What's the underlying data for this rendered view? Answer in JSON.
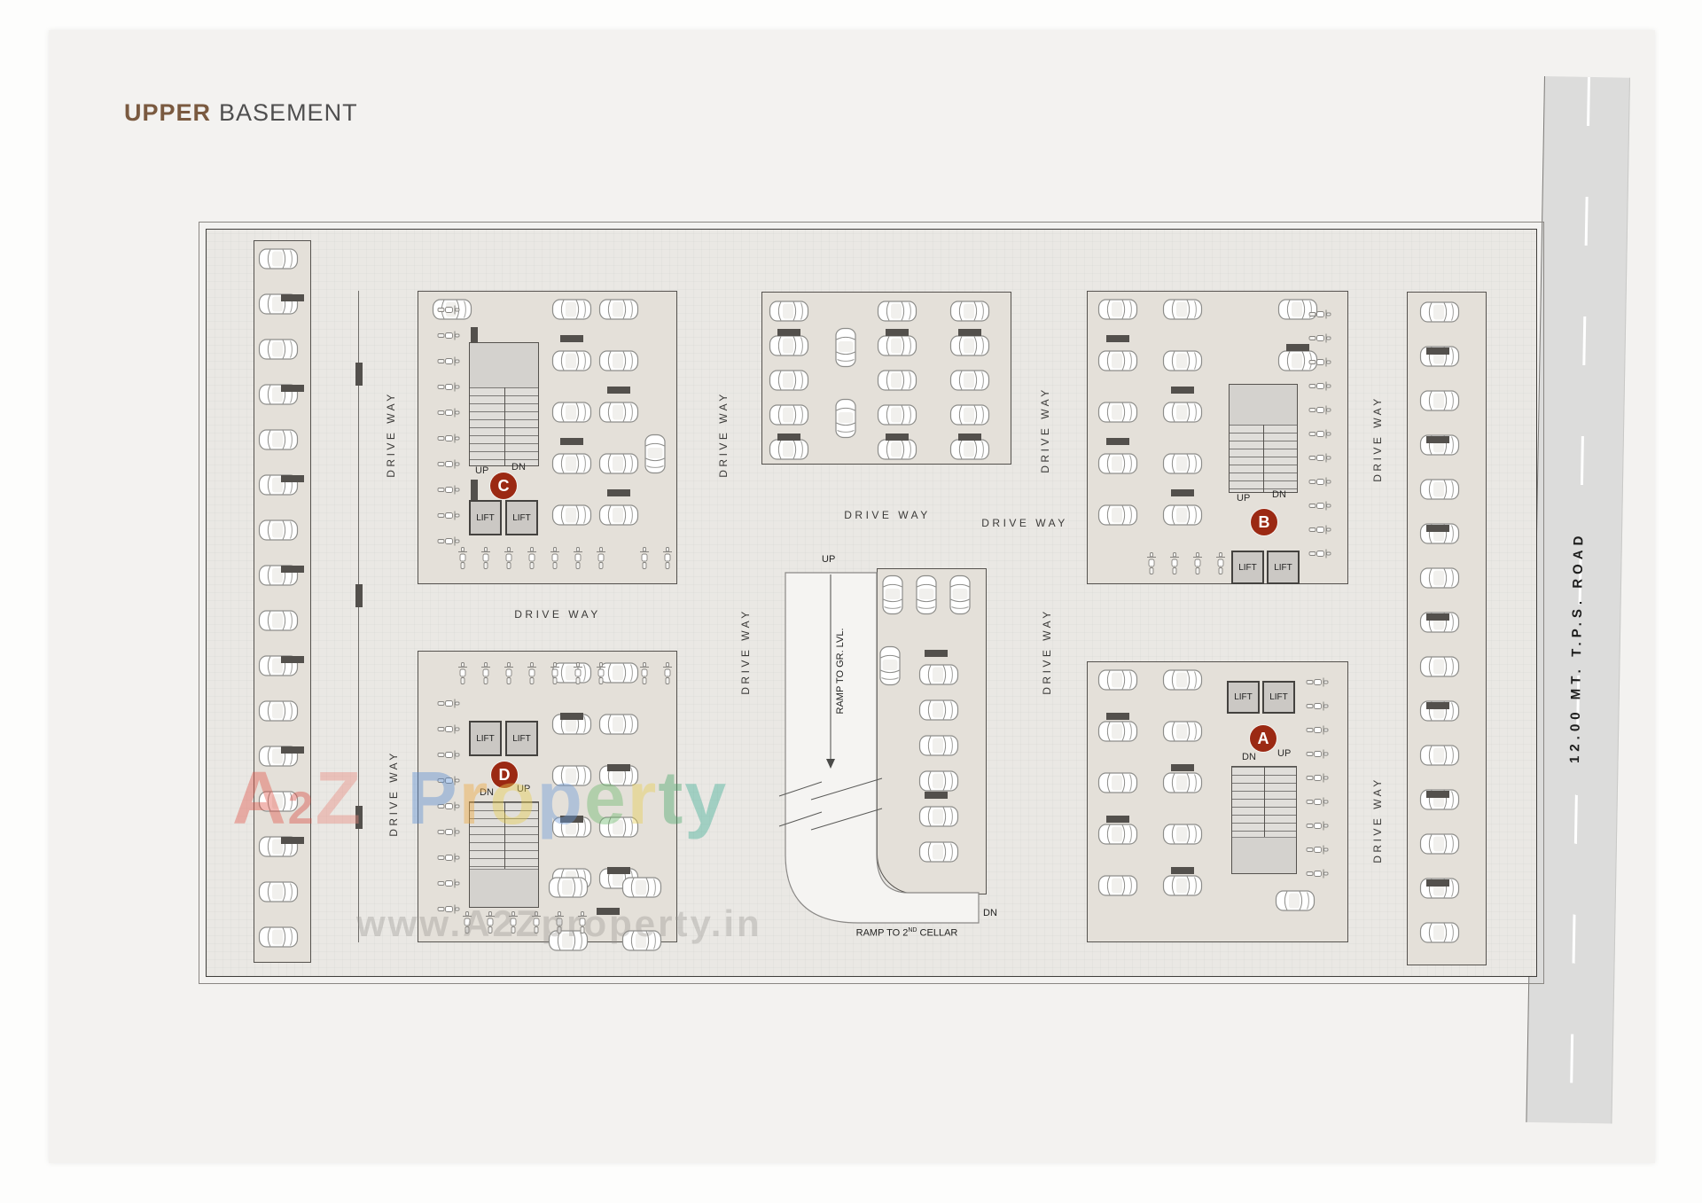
{
  "title": {
    "bold": "UPPER",
    "light": "BASEMENT"
  },
  "road": {
    "label": "12.00 MT. T.P.S. ROAD"
  },
  "labels": {
    "drive_way": "DRIVE WAY",
    "up": "UP",
    "dn": "DN",
    "lift": "LIFT",
    "ramp_up": "RAMP TO GR. LVL.",
    "ramp_dn_main": "RAMP TO 2",
    "ramp_dn_sup": "ND",
    "ramp_dn_tail": "CELLAR"
  },
  "cores": {
    "a": "A",
    "b": "B",
    "c": "C",
    "d": "D"
  },
  "colors": {
    "badge": "#9b2913",
    "title_accent": "#7a5a40"
  },
  "watermark": {
    "brand_letters": [
      {
        "ch": "A",
        "color": "#e2574b",
        "small": false
      },
      {
        "ch": "2",
        "color": "#d94f44",
        "small": true
      },
      {
        "ch": "Z",
        "color": "#e98a80",
        "small": false
      },
      {
        "ch": " ",
        "color": "#000000",
        "small": false
      },
      {
        "ch": "P",
        "color": "#5b8fd4",
        "small": false
      },
      {
        "ch": "r",
        "color": "#efa83d",
        "small": false
      },
      {
        "ch": "o",
        "color": "#e8cf52",
        "small": false
      },
      {
        "ch": "p",
        "color": "#6d9bd8",
        "small": false
      },
      {
        "ch": "e",
        "color": "#6cba6c",
        "small": false
      },
      {
        "ch": "r",
        "color": "#e8cf52",
        "small": false
      },
      {
        "ch": "t",
        "color": "#4ca96c",
        "small": false
      },
      {
        "ch": "y",
        "color": "#3fae94",
        "small": false
      }
    ],
    "url": "www.A2Zproperty.in"
  }
}
